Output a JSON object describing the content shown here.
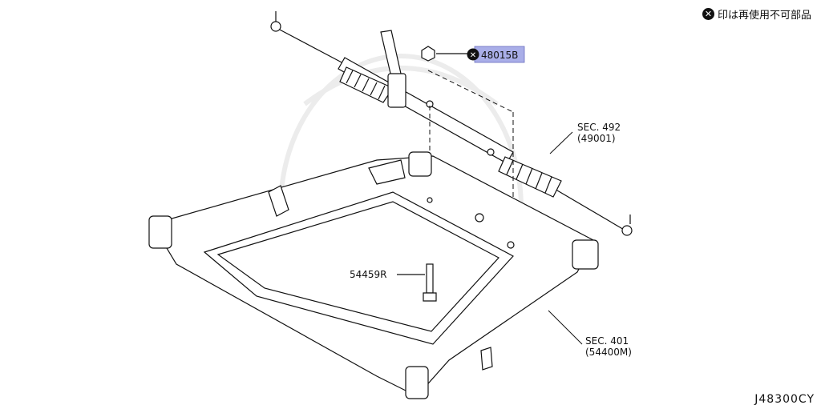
{
  "legend": {
    "mark": "✕",
    "text": "印は再使用不可部品"
  },
  "parts": {
    "p48015b": "48015B",
    "p54459r": "54459R",
    "sec492": {
      "line1": "SEC. 492",
      "line2": "(49001)"
    },
    "sec401": {
      "line1": "SEC. 401",
      "line2": "(54400M)"
    }
  },
  "diagram_code": "J48300CY",
  "colors": {
    "highlight": "#a9aee8",
    "stroke": "#111111",
    "watermark": "#ececec"
  }
}
